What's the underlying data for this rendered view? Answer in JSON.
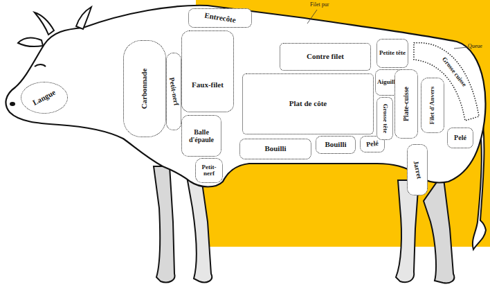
{
  "diagram": {
    "nodes": [
      {
        "text": [
          "Langue"
        ]
      },
      {
        "text": [
          "Carbonnade"
        ]
      },
      {
        "text": [
          "Entrecôte"
        ]
      },
      {
        "text": [
          "Faux-filet"
        ]
      },
      {
        "text": [
          "Petit-nerf"
        ]
      },
      {
        "text": [
          "Balle d'épaule"
        ]
      },
      {
        "text": [
          "Petit-nerf"
        ]
      },
      {
        "text": [
          "Contre filet"
        ]
      },
      {
        "text": [
          "Plat de côte"
        ]
      },
      {
        "text": [
          "Bouilli"
        ]
      },
      {
        "text": [
          "Bouilli"
        ]
      },
      {
        "text": [
          "Pelé"
        ]
      },
      {
        "text": [
          "Petite tête"
        ]
      },
      {
        "text": [
          "Aiguillette"
        ]
      },
      {
        "text": [
          "Grosse tête"
        ]
      },
      {
        "text": [
          "Plate-cuisse"
        ]
      },
      {
        "text": [
          "Grosse cuisse"
        ]
      },
      {
        "text": [
          "Filet d'Anvers"
        ]
      },
      {
        "text": [
          "Pelé"
        ]
      },
      {
        "text": [
          "Jarret"
        ]
      }
    ],
    "labels": [
      "Filet pur",
      "Queue"
    ]
  }
}
